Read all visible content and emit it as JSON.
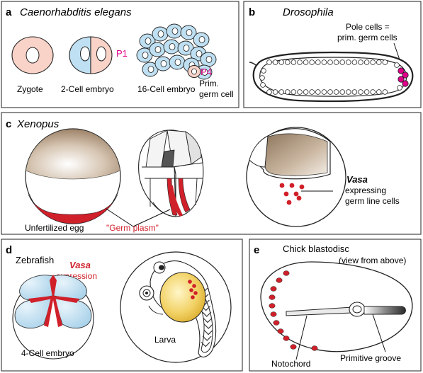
{
  "panels": {
    "a": {
      "letter": "a",
      "title": "Caenorhabditis elegans",
      "zygote": "Zygote",
      "two_cell": "2-Cell embryo",
      "p1": "P1",
      "sixteen_cell": "16-Cell embryo",
      "p4": "P4",
      "prim_line1": "Prim.",
      "prim_line2": "germ cell"
    },
    "b": {
      "letter": "b",
      "title": "Drosophila",
      "pole_line1": "Pole cells =",
      "pole_line2": "prim. germ cells"
    },
    "c": {
      "letter": "c",
      "title": "Xenopus",
      "unfertilized": "Unfertilized egg",
      "germ_plasm": "\"Germ plasm\"",
      "vasa": "Vasa",
      "expressing": "expressing",
      "germ_line": "germ line cells"
    },
    "d": {
      "letter": "d",
      "title": "Zebrafish",
      "vasa": "Vasa",
      "expression": "expression",
      "four_cell": "4-Cell embryo",
      "larva": "Larva"
    },
    "e": {
      "letter": "e",
      "title": "Chick blastodisc",
      "view": "(view from above)",
      "notochord": "Notochord",
      "primitive_groove": "Primitive groove"
    }
  },
  "colors": {
    "germ_red": "#d0202a",
    "magenta": "#e0008a",
    "blue_cell": "#bfe0f2",
    "pink_cell": "#f9d2c8",
    "yolk_tan": "#b49a80",
    "yolk_yellow": "#f1cc58"
  }
}
